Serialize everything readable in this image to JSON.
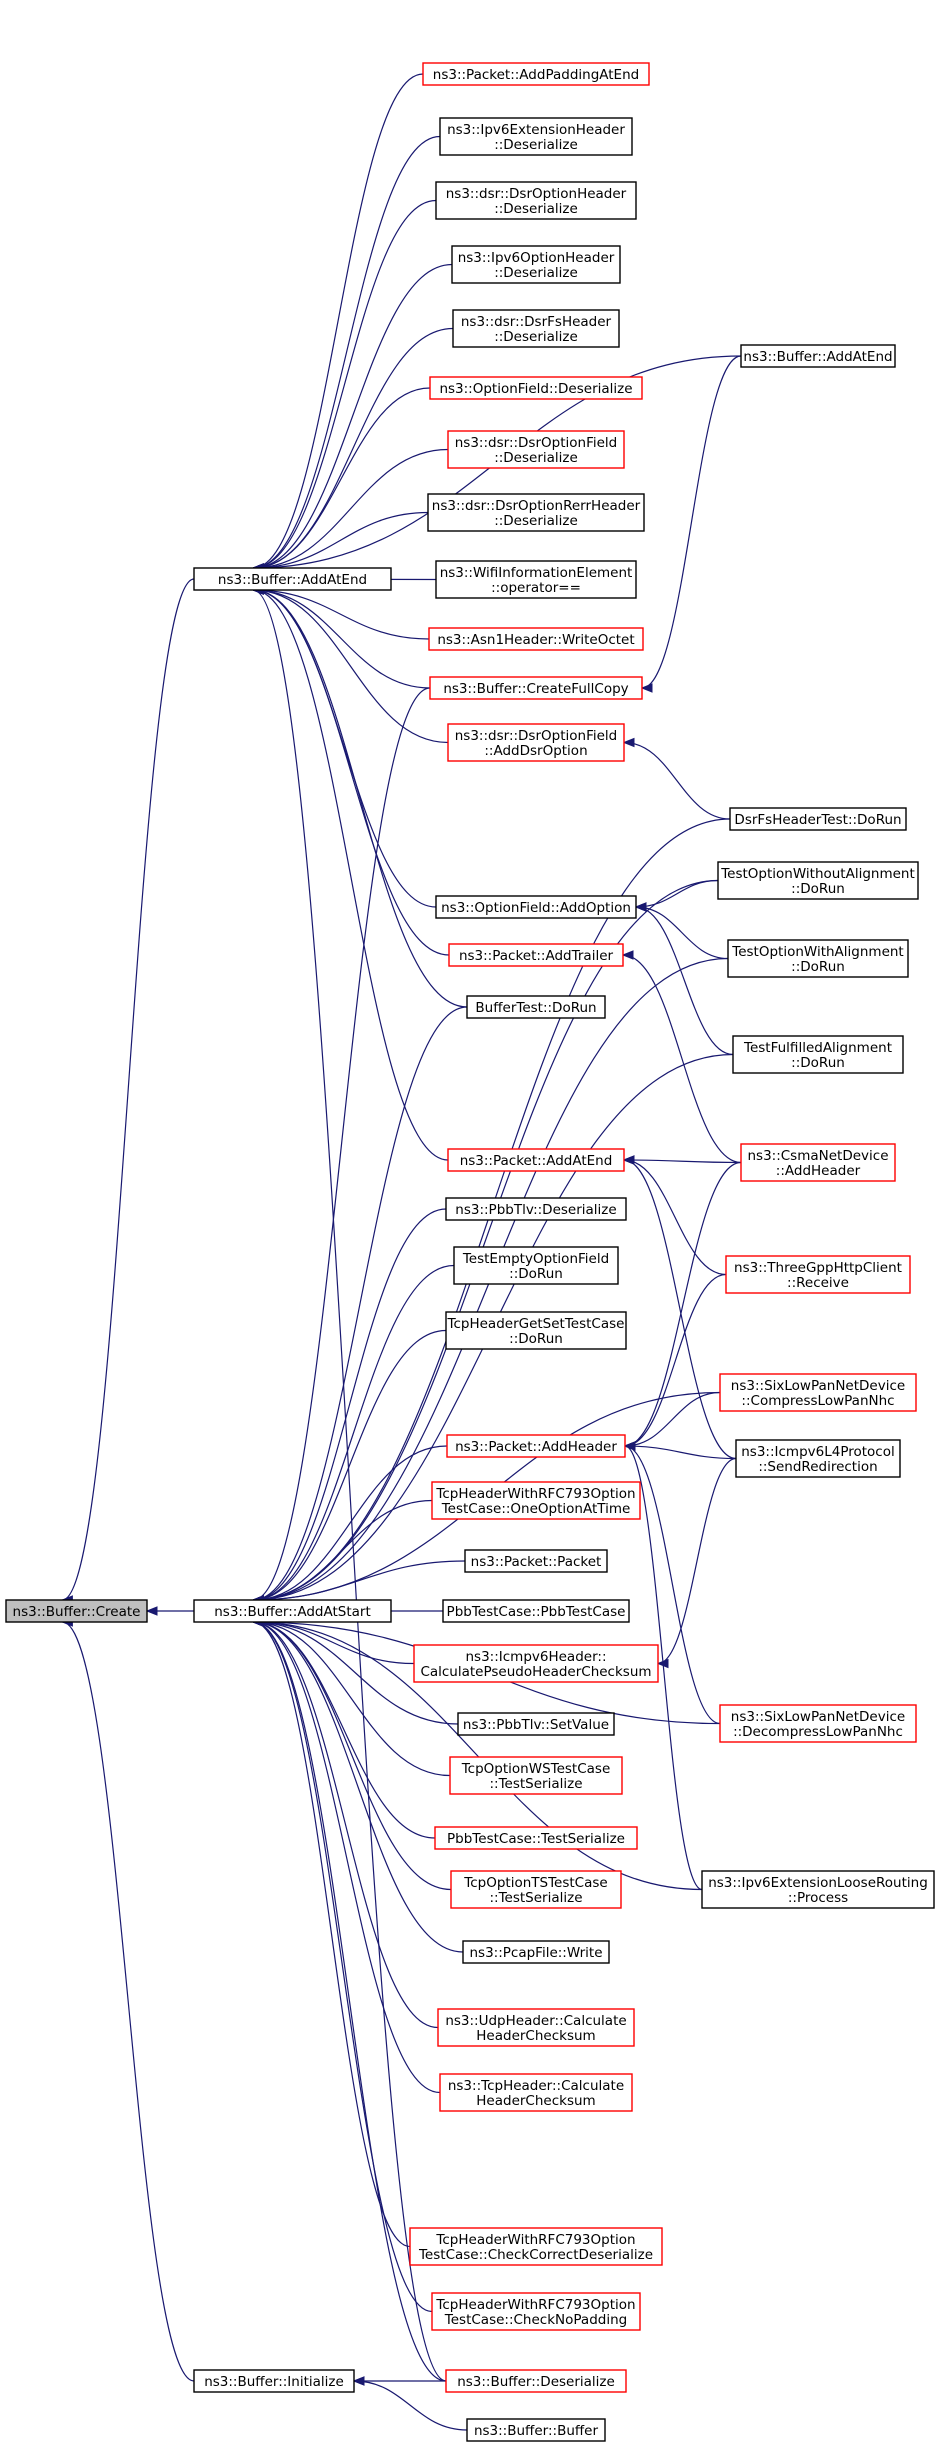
{
  "colors": {
    "edge": "#191970",
    "red_border": "#ff0000",
    "black_border": "#000000",
    "root_fill": "#bfbfbf"
  },
  "nodes": [
    {
      "id": "create",
      "lines": [
        "ns3::Buffer::Create"
      ],
      "style": "gray"
    },
    {
      "id": "addatend",
      "lines": [
        "ns3::Buffer::AddAtEnd"
      ],
      "style": "black"
    },
    {
      "id": "addatstart",
      "lines": [
        "ns3::Buffer::AddAtStart"
      ],
      "style": "black"
    },
    {
      "id": "initialize",
      "lines": [
        "ns3::Buffer::Initialize"
      ],
      "style": "black"
    },
    {
      "id": "addpadding",
      "lines": [
        "ns3::Packet::AddPaddingAtEnd"
      ],
      "style": "red"
    },
    {
      "id": "ipv6ext",
      "lines": [
        "ns3::Ipv6ExtensionHeader",
        "::Deserialize"
      ],
      "style": "black"
    },
    {
      "id": "dsroptionheader",
      "lines": [
        "ns3::dsr::DsrOptionHeader",
        "::Deserialize"
      ],
      "style": "black"
    },
    {
      "id": "ipv6opt",
      "lines": [
        "ns3::Ipv6OptionHeader",
        "::Deserialize"
      ],
      "style": "black"
    },
    {
      "id": "dsrfsheader",
      "lines": [
        "ns3::dsr::DsrFsHeader",
        "::Deserialize"
      ],
      "style": "black"
    },
    {
      "id": "optionfielddeser",
      "lines": [
        "ns3::OptionField::Deserialize"
      ],
      "style": "red"
    },
    {
      "id": "dsroptionfielddeser",
      "lines": [
        "ns3::dsr::DsrOptionField",
        "::Deserialize"
      ],
      "style": "red"
    },
    {
      "id": "dsrrerr",
      "lines": [
        "ns3::dsr::DsrOptionRerrHeader",
        "::Deserialize"
      ],
      "style": "black"
    },
    {
      "id": "wifiinfo",
      "lines": [
        "ns3::WifiInformationElement",
        "::operator=="
      ],
      "style": "black"
    },
    {
      "id": "asn1",
      "lines": [
        "ns3::Asn1Header::WriteOctet"
      ],
      "style": "red"
    },
    {
      "id": "createfullcopy",
      "lines": [
        "ns3::Buffer::CreateFullCopy"
      ],
      "style": "red"
    },
    {
      "id": "adddsroption",
      "lines": [
        "ns3::dsr::DsrOptionField",
        "::AddDsrOption"
      ],
      "style": "red"
    },
    {
      "id": "optionfieldadd",
      "lines": [
        "ns3::OptionField::AddOption"
      ],
      "style": "black"
    },
    {
      "id": "addtrailer",
      "lines": [
        "ns3::Packet::AddTrailer"
      ],
      "style": "red"
    },
    {
      "id": "buffertest",
      "lines": [
        "BufferTest::DoRun"
      ],
      "style": "black"
    },
    {
      "id": "packetaddatend",
      "lines": [
        "ns3::Packet::AddAtEnd"
      ],
      "style": "red"
    },
    {
      "id": "pbbtlvdeser",
      "lines": [
        "ns3::PbbTlv::Deserialize"
      ],
      "style": "black"
    },
    {
      "id": "testemptyoption",
      "lines": [
        "TestEmptyOptionField",
        "::DoRun"
      ],
      "style": "black"
    },
    {
      "id": "tcpheadergetset",
      "lines": [
        "TcpHeaderGetSetTestCase",
        "::DoRun"
      ],
      "style": "black"
    },
    {
      "id": "addheader",
      "lines": [
        "ns3::Packet::AddHeader"
      ],
      "style": "red"
    },
    {
      "id": "rfcone",
      "lines": [
        "TcpHeaderWithRFC793Option",
        "TestCase::OneOptionAtTime"
      ],
      "style": "red"
    },
    {
      "id": "packetpacket",
      "lines": [
        "ns3::Packet::Packet"
      ],
      "style": "black"
    },
    {
      "id": "pbbtestcase",
      "lines": [
        "PbbTestCase::PbbTestCase"
      ],
      "style": "black"
    },
    {
      "id": "icmpv6calc",
      "lines": [
        "ns3::Icmpv6Header::",
        "CalculatePseudoHeaderChecksum"
      ],
      "style": "red"
    },
    {
      "id": "pbbtlvset",
      "lines": [
        "ns3::PbbTlv::SetValue"
      ],
      "style": "black"
    },
    {
      "id": "tcpwsser",
      "lines": [
        "TcpOptionWSTestCase",
        "::TestSerialize"
      ],
      "style": "red"
    },
    {
      "id": "pbbser",
      "lines": [
        "PbbTestCase::TestSerialize"
      ],
      "style": "red"
    },
    {
      "id": "tcptsser",
      "lines": [
        "TcpOptionTSTestCase",
        "::TestSerialize"
      ],
      "style": "red"
    },
    {
      "id": "pcapwrite",
      "lines": [
        "ns3::PcapFile::Write"
      ],
      "style": "black"
    },
    {
      "id": "udpcalc",
      "lines": [
        "ns3::UdpHeader::Calculate",
        "HeaderChecksum"
      ],
      "style": "red"
    },
    {
      "id": "tcpcalc",
      "lines": [
        "ns3::TcpHeader::Calculate",
        "HeaderChecksum"
      ],
      "style": "red"
    },
    {
      "id": "rfccheck",
      "lines": [
        "TcpHeaderWithRFC793Option",
        "TestCase::CheckCorrectDeserialize"
      ],
      "style": "red"
    },
    {
      "id": "rfcnopad",
      "lines": [
        "TcpHeaderWithRFC793Option",
        "TestCase::CheckNoPadding"
      ],
      "style": "red"
    },
    {
      "id": "bufferdeser",
      "lines": [
        "ns3::Buffer::Deserialize"
      ],
      "style": "red"
    },
    {
      "id": "bufferbuffer",
      "lines": [
        "ns3::Buffer::Buffer"
      ],
      "style": "black"
    },
    {
      "id": "bufferaddatend2",
      "lines": [
        "ns3::Buffer::AddAtEnd"
      ],
      "style": "black"
    },
    {
      "id": "dsrfstest",
      "lines": [
        "DsrFsHeaderTest::DoRun"
      ],
      "style": "black"
    },
    {
      "id": "testwithout",
      "lines": [
        "TestOptionWithoutAlignment",
        "::DoRun"
      ],
      "style": "black"
    },
    {
      "id": "testwith",
      "lines": [
        "TestOptionWithAlignment",
        "::DoRun"
      ],
      "style": "black"
    },
    {
      "id": "testfulfilled",
      "lines": [
        "TestFulfilledAlignment",
        "::DoRun"
      ],
      "style": "black"
    },
    {
      "id": "csma",
      "lines": [
        "ns3::CsmaNetDevice",
        "::AddHeader"
      ],
      "style": "red"
    },
    {
      "id": "threegpp",
      "lines": [
        "ns3::ThreeGppHttpClient",
        "::Receive"
      ],
      "style": "red"
    },
    {
      "id": "sixcompress",
      "lines": [
        "ns3::SixLowPanNetDevice",
        "::CompressLowPanNhc"
      ],
      "style": "red"
    },
    {
      "id": "icmpv6l4",
      "lines": [
        "ns3::Icmpv6L4Protocol",
        "::SendRedirection"
      ],
      "style": "black"
    },
    {
      "id": "sixdecompress",
      "lines": [
        "ns3::SixLowPanNetDevice",
        "::DecompressLowPanNhc"
      ],
      "style": "red"
    },
    {
      "id": "ipv6loose",
      "lines": [
        "ns3::Ipv6ExtensionLooseRouting",
        "::Process"
      ],
      "style": "black"
    }
  ],
  "edges": [
    {
      "from": "addatend",
      "to": "create"
    },
    {
      "from": "addatstart",
      "to": "create"
    },
    {
      "from": "initialize",
      "to": "create"
    },
    {
      "from": "bufferaddatend2",
      "to": "addatend"
    },
    {
      "from": "addpadding",
      "to": "addatend"
    },
    {
      "from": "ipv6ext",
      "to": "addatend"
    },
    {
      "from": "dsroptionheader",
      "to": "addatend"
    },
    {
      "from": "ipv6opt",
      "to": "addatend"
    },
    {
      "from": "dsrfsheader",
      "to": "addatend"
    },
    {
      "from": "optionfielddeser",
      "to": "addatend"
    },
    {
      "from": "dsroptionfielddeser",
      "to": "addatend"
    },
    {
      "from": "dsrrerr",
      "to": "addatend"
    },
    {
      "from": "wifiinfo",
      "to": "addatend"
    },
    {
      "from": "asn1",
      "to": "addatend"
    },
    {
      "from": "createfullcopy",
      "to": "addatend"
    },
    {
      "from": "adddsroption",
      "to": "addatend"
    },
    {
      "from": "optionfieldadd",
      "to": "addatend"
    },
    {
      "from": "addtrailer",
      "to": "addatend"
    },
    {
      "from": "buffertest",
      "to": "addatend"
    },
    {
      "from": "packetaddatend",
      "to": "addatend"
    },
    {
      "from": "bufferdeser",
      "to": "addatend"
    },
    {
      "from": "bufferaddatend2",
      "to": "createfullcopy"
    },
    {
      "from": "dsrfstest",
      "to": "adddsroption"
    },
    {
      "from": "testwithout",
      "to": "optionfieldadd"
    },
    {
      "from": "testwith",
      "to": "optionfieldadd"
    },
    {
      "from": "testfulfilled",
      "to": "optionfieldadd"
    },
    {
      "from": "csma",
      "to": "addtrailer"
    },
    {
      "from": "csma",
      "to": "packetaddatend"
    },
    {
      "from": "threegpp",
      "to": "packetaddatend"
    },
    {
      "from": "icmpv6l4",
      "to": "packetaddatend"
    },
    {
      "from": "csma",
      "to": "addheader"
    },
    {
      "from": "threegpp",
      "to": "addheader"
    },
    {
      "from": "sixcompress",
      "to": "addheader"
    },
    {
      "from": "icmpv6l4",
      "to": "addheader"
    },
    {
      "from": "sixdecompress",
      "to": "addheader"
    },
    {
      "from": "ipv6loose",
      "to": "addheader"
    },
    {
      "from": "icmpv6l4",
      "to": "icmpv6calc"
    },
    {
      "from": "createfullcopy",
      "to": "addatstart"
    },
    {
      "from": "dsrfstest",
      "to": "addatstart"
    },
    {
      "from": "testwithout",
      "to": "addatstart"
    },
    {
      "from": "testwith",
      "to": "addatstart"
    },
    {
      "from": "testfulfilled",
      "to": "addatstart"
    },
    {
      "from": "buffertest",
      "to": "addatstart"
    },
    {
      "from": "pbbtlvdeser",
      "to": "addatstart"
    },
    {
      "from": "testemptyoption",
      "to": "addatstart"
    },
    {
      "from": "tcpheadergetset",
      "to": "addatstart"
    },
    {
      "from": "sixcompress",
      "to": "addatstart"
    },
    {
      "from": "addheader",
      "to": "addatstart"
    },
    {
      "from": "rfcone",
      "to": "addatstart"
    },
    {
      "from": "packetpacket",
      "to": "addatstart"
    },
    {
      "from": "pbbtestcase",
      "to": "addatstart"
    },
    {
      "from": "icmpv6calc",
      "to": "addatstart"
    },
    {
      "from": "pbbtlvset",
      "to": "addatstart"
    },
    {
      "from": "tcpwsser",
      "to": "addatstart"
    },
    {
      "from": "pbbser",
      "to": "addatstart"
    },
    {
      "from": "tcptsser",
      "to": "addatstart"
    },
    {
      "from": "pcapwrite",
      "to": "addatstart"
    },
    {
      "from": "sixdecompress",
      "to": "addatstart"
    },
    {
      "from": "udpcalc",
      "to": "addatstart"
    },
    {
      "from": "tcpcalc",
      "to": "addatstart"
    },
    {
      "from": "ipv6loose",
      "to": "addatstart"
    },
    {
      "from": "rfccheck",
      "to": "addatstart"
    },
    {
      "from": "rfcnopad",
      "to": "addatstart"
    },
    {
      "from": "bufferdeser",
      "to": "addatstart"
    },
    {
      "from": "bufferdeser",
      "to": "initialize"
    },
    {
      "from": "bufferbuffer",
      "to": "initialize"
    }
  ]
}
